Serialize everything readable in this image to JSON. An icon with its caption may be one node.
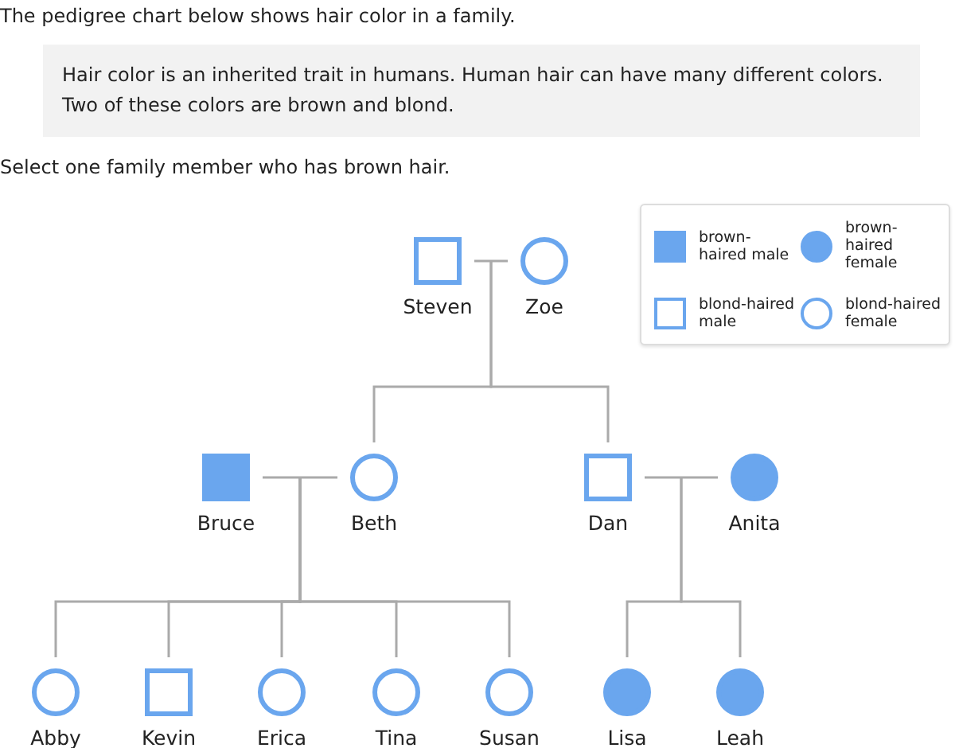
{
  "diagram": {
    "nodes": [
      {
        "text": [
          "Steven"
        ]
      },
      {
        "text": [
          "Zoe"
        ]
      },
      {
        "text": [
          "Bruce"
        ]
      },
      {
        "text": [
          "Beth"
        ]
      },
      {
        "text": [
          "Dan"
        ]
      },
      {
        "text": [
          "Anita"
        ]
      },
      {
        "text": [
          "Abby"
        ]
      },
      {
        "text": [
          "Kevin"
        ]
      },
      {
        "text": [
          "Erica"
        ]
      },
      {
        "text": [
          "Tina"
        ]
      },
      {
        "text": [
          "Susan"
        ]
      },
      {
        "text": [
          "Lisa"
        ]
      },
      {
        "text": [
          "Leah"
        ]
      }
    ],
    "edges": [
      {
        "from": 0,
        "to": 1,
        "arrow": "none"
      },
      {
        "from": 2,
        "to": 3,
        "arrow": "none"
      },
      {
        "from": 4,
        "to": 5,
        "arrow": "none"
      },
      {
        "from": 0,
        "to": 3,
        "arrow": "none"
      },
      {
        "from": 1,
        "to": 3,
        "arrow": "none"
      },
      {
        "from": 0,
        "to": 4,
        "arrow": "none"
      },
      {
        "from": 1,
        "to": 4,
        "arrow": "none"
      },
      {
        "from": 2,
        "to": 6,
        "arrow": "none"
      },
      {
        "from": 3,
        "to": 6,
        "arrow": "none"
      },
      {
        "from": 2,
        "to": 7,
        "arrow": "none"
      },
      {
        "from": 3,
        "to": 7,
        "arrow": "none"
      },
      {
        "from": 2,
        "to": 8,
        "arrow": "none"
      },
      {
        "from": 3,
        "to": 8,
        "arrow": "none"
      },
      {
        "from": 2,
        "to": 9,
        "arrow": "none"
      },
      {
        "from": 3,
        "to": 9,
        "arrow": "none"
      },
      {
        "from": 2,
        "to": 10,
        "arrow": "none"
      },
      {
        "from": 3,
        "to": 10,
        "arrow": "none"
      },
      {
        "from": 4,
        "to": 11,
        "arrow": "none"
      },
      {
        "from": 5,
        "to": 11,
        "arrow": "none"
      },
      {
        "from": 4,
        "to": 12,
        "arrow": "none"
      },
      {
        "from": 5,
        "to": 12,
        "arrow": "none"
      }
    ],
    "labels": [
      "The pedigree chart below shows hair color in a family.",
      "Hair color is an inherited trait in humans. Human hair can have many different colors. Two of these colors are brown and blond.",
      "Select one family member who has brown hair."
    ],
    "legend": [
      {
        "text": "brown-haired male"
      },
      {
        "text": "brown-haired female"
      },
      {
        "text": "blond-haired male"
      },
      {
        "text": "blond-haired female"
      }
    ]
  }
}
